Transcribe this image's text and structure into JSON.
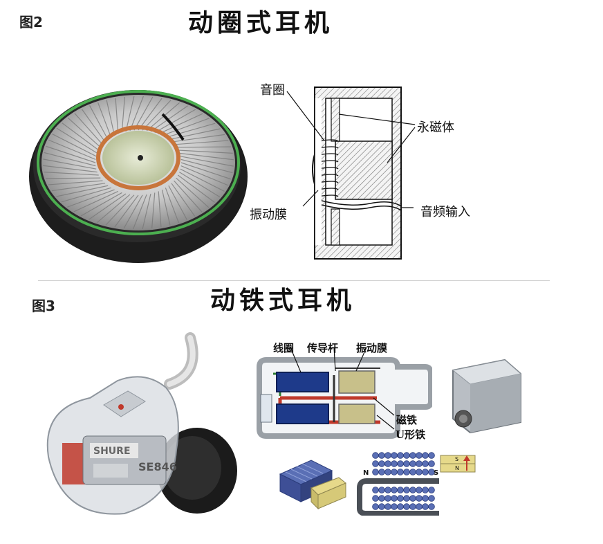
{
  "section1": {
    "fig_label": "图2",
    "title": "动圈式耳机",
    "labels": {
      "voice_coil": "音圈",
      "magnet": "永磁体",
      "diaphragm": "振动膜",
      "audio_input": "音频输入"
    }
  },
  "section2": {
    "fig_label": "图3",
    "title": "动铁式耳机",
    "labels": {
      "coil": "线圈",
      "drive_rod": "传导杆",
      "diaphragm": "振动膜",
      "magnet": "磁铁",
      "u_iron": "U形铁"
    },
    "earphone_brand": "SHURE",
    "earphone_model": "SE846",
    "pole_n": "N",
    "pole_s": "S"
  },
  "colors": {
    "coil_blue": "#1e3a8a",
    "rod_khaki": "#c8c08a",
    "u_iron_red": "#c0392b",
    "bead_blue": "#5a6fb5",
    "magnet_yellow": "#e6d98a"
  }
}
